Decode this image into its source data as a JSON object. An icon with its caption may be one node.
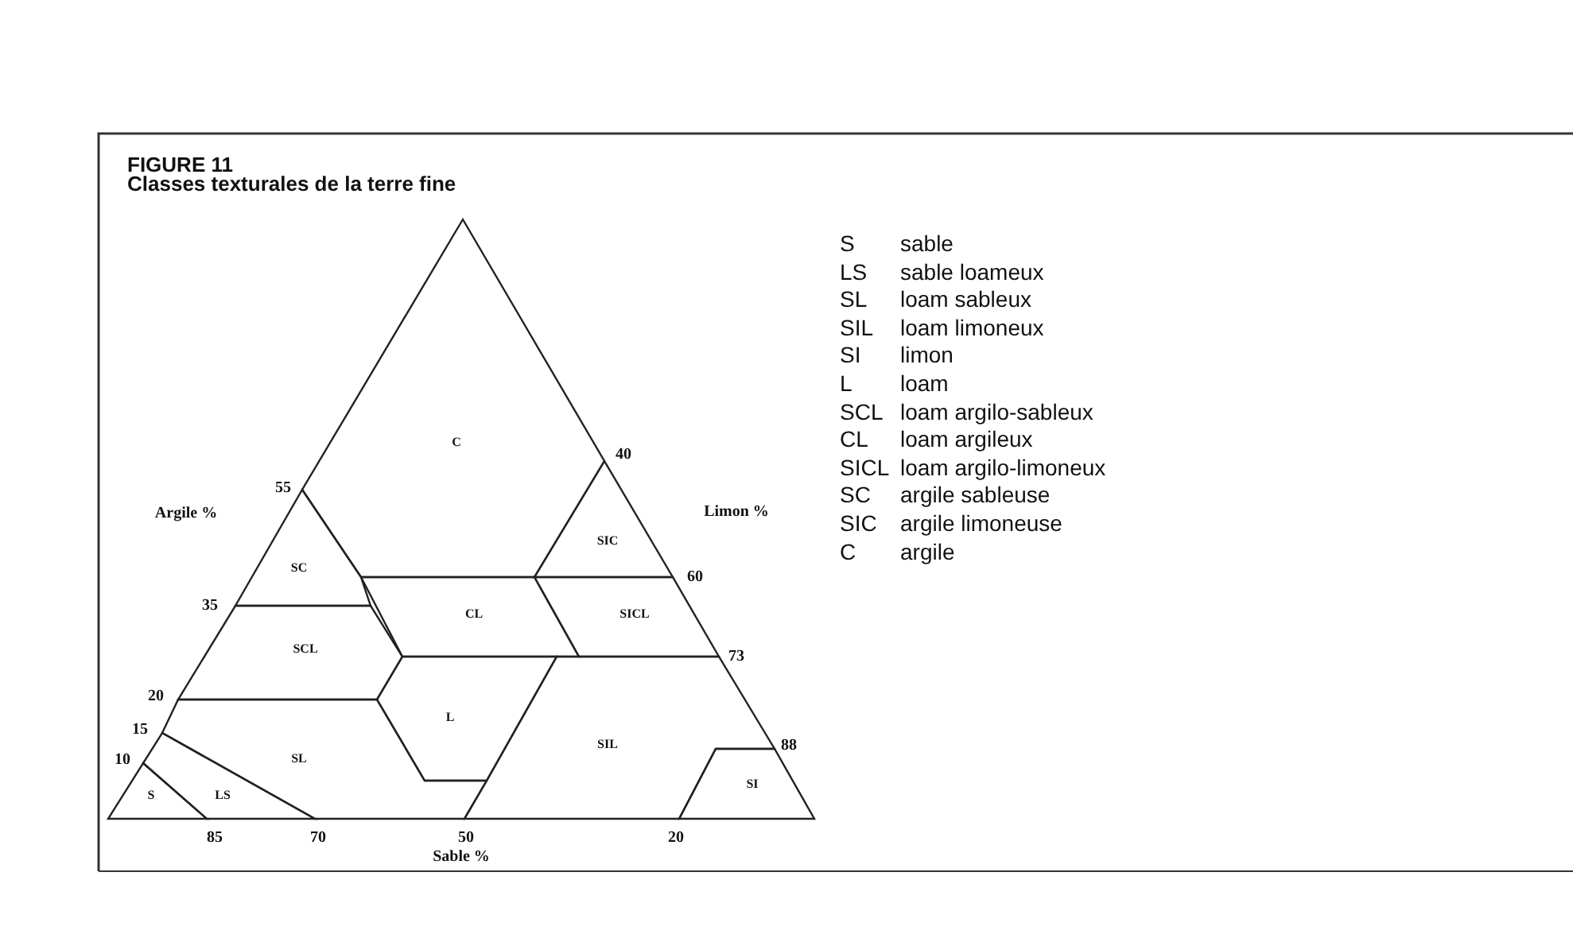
{
  "diagram": {
    "title": "Classes texturales de la terre fine",
    "nodes": [
      {
        "text": [
          "C"
        ]
      },
      {
        "text": [
          "SC"
        ]
      },
      {
        "text": [
          "SIC"
        ]
      },
      {
        "text": [
          "SCL"
        ]
      },
      {
        "text": [
          "CL"
        ]
      },
      {
        "text": [
          "SICL"
        ]
      },
      {
        "text": [
          "L"
        ]
      },
      {
        "text": [
          "SIL"
        ]
      },
      {
        "text": [
          "SL"
        ]
      },
      {
        "text": [
          "S"
        ]
      },
      {
        "text": [
          "LS"
        ]
      },
      {
        "text": [
          "SI"
        ]
      }
    ],
    "labels": [
      "FIGURE 11",
      "40",
      "55",
      "Argile %",
      "Limon %",
      "60",
      "35",
      "73",
      "20",
      "15",
      "88",
      "10",
      "85",
      "70",
      "50",
      "20",
      "Sable %",
      "S",
      "sable",
      "LS",
      "sable loameux",
      "SL",
      "loam sableux",
      "SIL",
      "loam limoneux",
      "SI",
      "limon",
      "L",
      "loam",
      "SCL",
      "loam argilo-sableux",
      "CL",
      "loam argileux",
      "SICL",
      "loam argilo-limoneux",
      "SC",
      "argile sableuse",
      "SIC",
      "argile limoneuse",
      "C",
      "argile"
    ]
  }
}
